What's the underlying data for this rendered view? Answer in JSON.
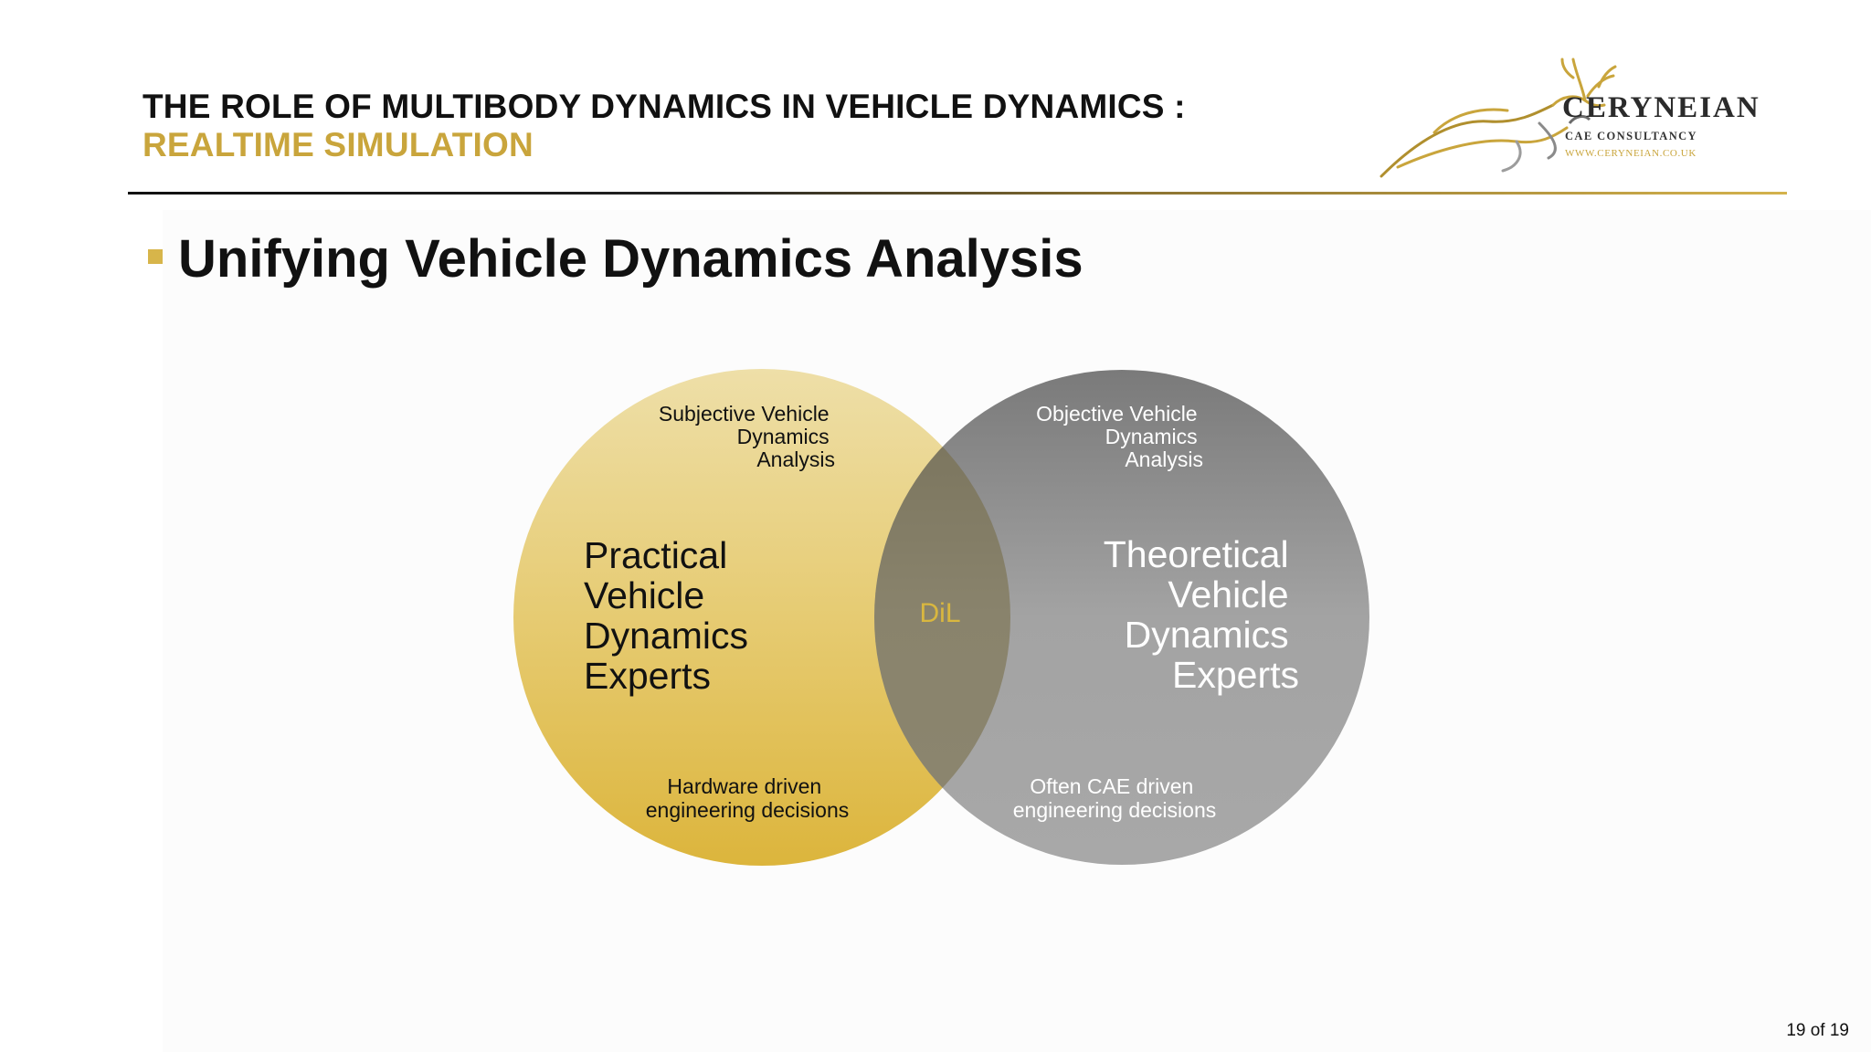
{
  "header": {
    "title": "THE ROLE OF MULTIBODY DYNAMICS IN VEHICLE DYNAMICS :",
    "subtitle": "REALTIME SIMULATION"
  },
  "logo": {
    "name": "CERYNEIAN",
    "tagline": "CAE CONSULTANCY",
    "url": "WWW.CERYNEIAN.CO.UK",
    "icon": "leaping-deer-icon"
  },
  "heading": "Unifying Vehicle Dynamics Analysis",
  "venn": {
    "left": {
      "top_lines": [
        "Subjective Vehicle",
        "Dynamics",
        "Analysis"
      ],
      "main_lines": [
        "Practical",
        "Vehicle",
        "Dynamics",
        "Experts"
      ],
      "bottom_lines": [
        "Hardware driven",
        "engineering decisions"
      ],
      "color": "#d8b23c"
    },
    "right": {
      "top_lines": [
        "Objective Vehicle",
        "Dynamics",
        "Analysis"
      ],
      "main_lines": [
        "Theoretical",
        "Vehicle",
        "Dynamics",
        "Experts"
      ],
      "bottom_lines": [
        "Often CAE driven",
        "engineering decisions"
      ],
      "color": "#8a8a8a"
    },
    "overlap": "DiL"
  },
  "colors": {
    "accent_gold": "#c9a53c",
    "text_dark": "#111111"
  },
  "page_number": "19 of 19"
}
